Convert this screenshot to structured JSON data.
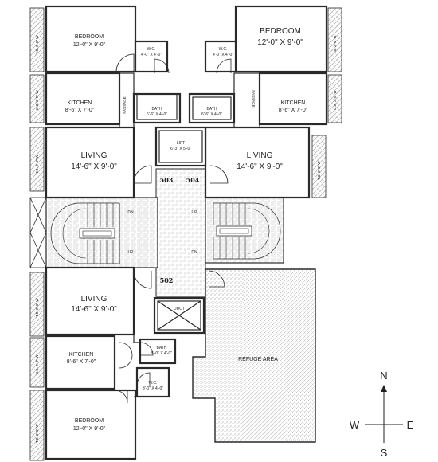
{
  "rooms": {
    "bedroom_top_left": {
      "name": "BEDROOM",
      "size": "12'-0\" X 9'-0\""
    },
    "bedroom_top_right": {
      "name": "BEDROOM",
      "size": "12'-0\" X 9'-0\""
    },
    "bedroom_bottom": {
      "name": "BEDROOM",
      "size": "12'-0\" X 9'-0\""
    },
    "wc_top_left": {
      "name": "W.C.",
      "size": "4'-0\" X 4'-0\""
    },
    "wc_top_right": {
      "name": "W.C.",
      "size": "4'-0\" X 4'-0\""
    },
    "wc_bottom": {
      "name": "W.C.",
      "size": "3'-0\" X 4'-0\""
    },
    "kitchen_top_left": {
      "name": "KITCHEN",
      "size": "8'-6\" X 7'-0\""
    },
    "kitchen_top_right": {
      "name": "KITCHEN",
      "size": "8'-6\" X 7'-0\""
    },
    "kitchen_bottom": {
      "name": "KITCHEN",
      "size": "8'-6\" X 7'-0\""
    },
    "bath_top_left": {
      "name": "BATH",
      "size": "6'-6\" X 4'-0\""
    },
    "bath_top_right": {
      "name": "BATH",
      "size": "6'-6\" X 4'-0\""
    },
    "bath_bottom": {
      "name": "BATH",
      "size": "5'-0\" X 4'-0\""
    },
    "lift": {
      "name": "LIFT",
      "size": "6'-3\" X 5'-0\""
    },
    "living_top_left": {
      "name": "LIVING",
      "size": "14'-6\" X 9'-0\""
    },
    "living_top_right": {
      "name": "LIVING",
      "size": "14'-6\" X 9'-0\""
    },
    "living_bottom": {
      "name": "LIVING",
      "size": "14'-6\" X 9'-0\""
    },
    "duct": {
      "name": "DUCT"
    },
    "refuge": {
      "name": "REFUGE AREA"
    }
  },
  "labels": {
    "passage": "PASSAGE",
    "stairs": {
      "dn": "DN",
      "up": "UP"
    },
    "balcony_a": "T.B. 2'-0\" W",
    "balcony_b": "D.B. 2'-0\" W"
  },
  "flats": {
    "f502": "502",
    "f503": "503",
    "f504": "504"
  },
  "compass": {
    "n": "N",
    "s": "S",
    "e": "E",
    "w": "W"
  },
  "colors": {
    "wall": "#2a2a2a",
    "hatch": "#9a9a9a",
    "background": "#ffffff"
  }
}
